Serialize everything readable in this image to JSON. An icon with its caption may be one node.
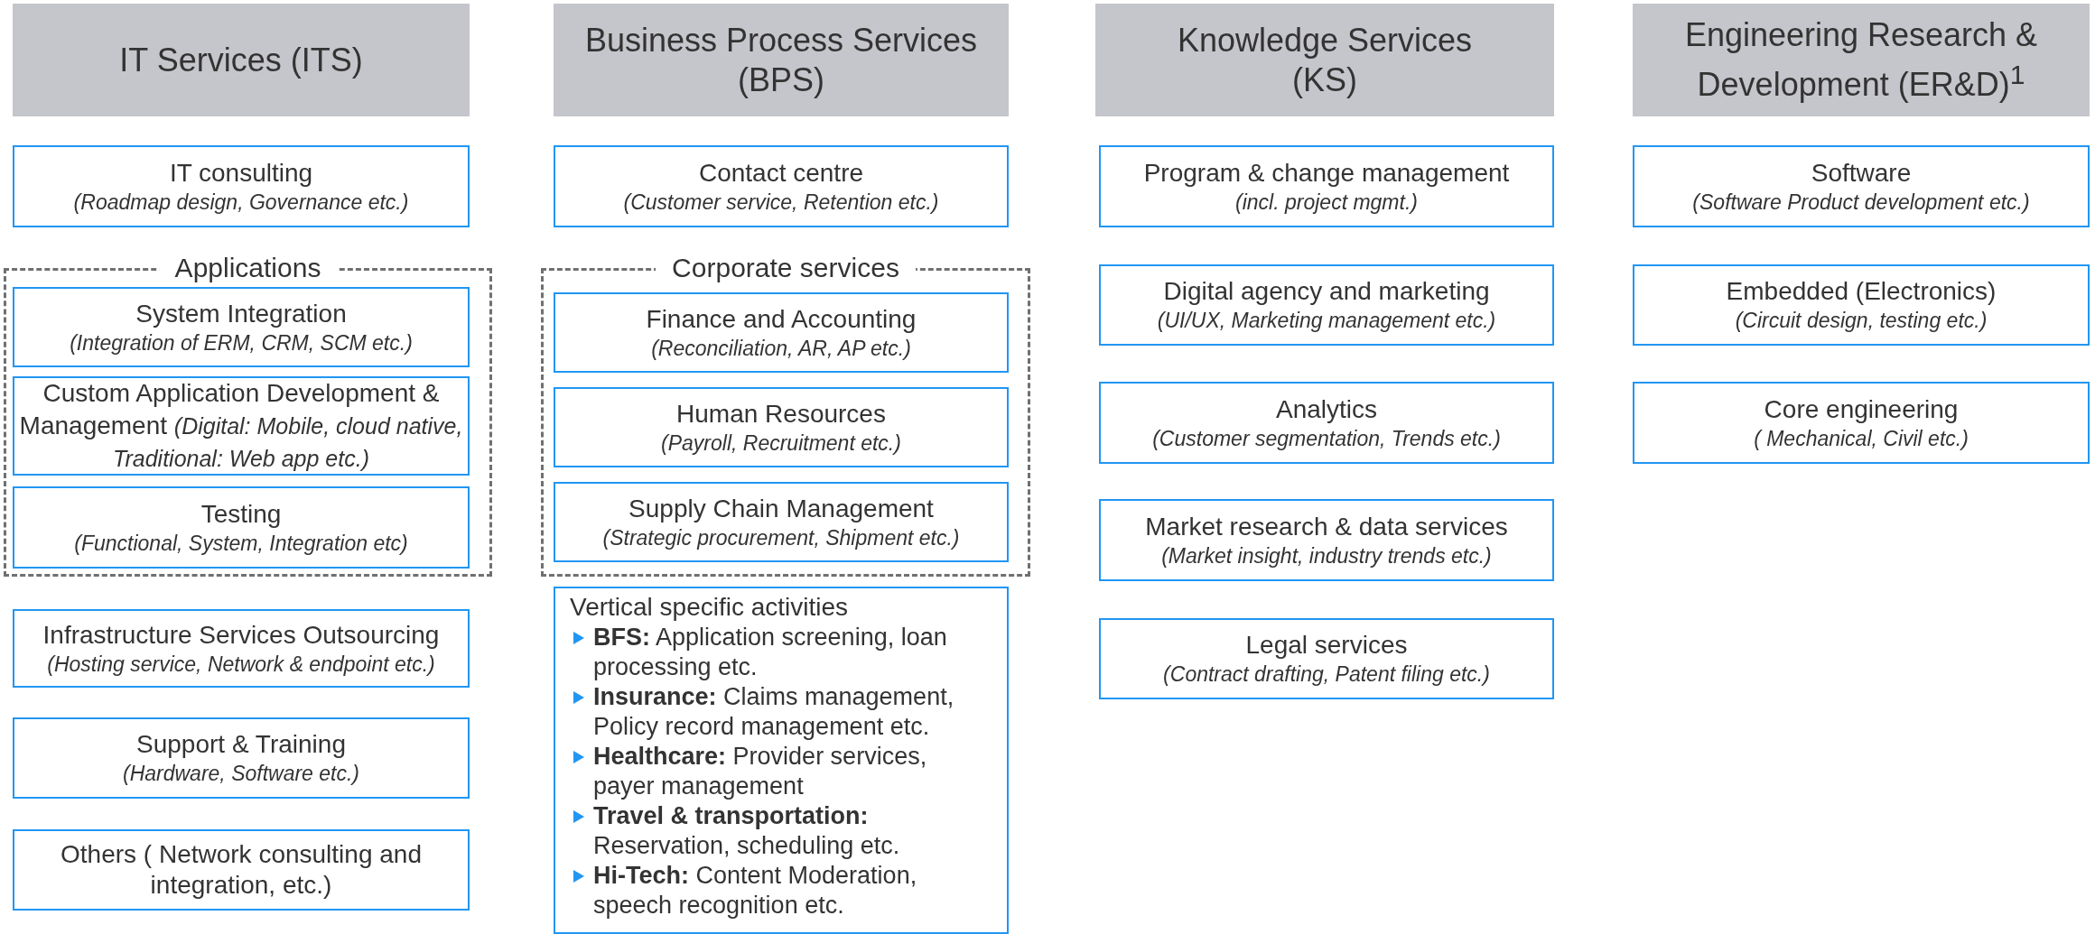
{
  "diagram": {
    "nodes": [
      {
        "text": [
          "IT Services (ITS)"
        ]
      },
      {
        "text": [
          "Business Process Services (BPS)"
        ]
      },
      {
        "text": [
          "Knowledge Services (KS)"
        ]
      },
      {
        "text": [
          "Engineering Research & Development (ER&D)$^{1}$"
        ]
      },
      {
        "text": [
          "IT consulting",
          "(Roadmap design, Governance etc.)"
        ]
      },
      {
        "text": [
          "Applications"
        ]
      },
      {
        "text": [
          "System Integration",
          "(Integration of ERM, CRM, SCM etc.)"
        ],
        "in": 5
      },
      {
        "text": [
          "Custom Application Development & Management",
          "(Digital: Mobile, cloud native, Traditional: Web app etc.)"
        ],
        "in": 5
      },
      {
        "text": [
          "Testing",
          "(Functional, System, Integration etc)"
        ],
        "in": 5
      },
      {
        "text": [
          "Infrastructure Services Outsourcing",
          "(Hosting service, Network & endpoint etc.)"
        ]
      },
      {
        "text": [
          "Support & Training",
          "(Hardware, Software etc.)"
        ]
      },
      {
        "text": [
          "Others ( Network consulting and integration, etc.)"
        ]
      },
      {
        "text": [
          "Contact centre",
          "(Customer service, Retention etc.)"
        ]
      },
      {
        "text": [
          "Corporate services"
        ]
      },
      {
        "text": [
          "Finance and Accounting",
          "(Reconciliation, AR, AP etc.)"
        ],
        "in": 13
      },
      {
        "text": [
          "Human Resources",
          "(Payroll, Recruitment etc.)"
        ],
        "in": 13
      },
      {
        "text": [
          "Supply Chain Management",
          "(Strategic procurement, Shipment etc.)"
        ],
        "in": 13
      },
      {
        "text": [
          "Vertical specific activities",
          "**BFS:** Application screening, loan processing etc.",
          "**Insurance:** Claims management, Policy record management etc.",
          "**Healthcare:** Provider services, payer management",
          "**Travel & transportation:** Reservation, scheduling etc.",
          "**Hi-Tech:** Content Moderation, speech recognition etc."
        ]
      },
      {
        "text": [
          "Program & change management",
          "(incl. project mgmt.)"
        ]
      },
      {
        "text": [
          "Digital agency and marketing",
          "(UI/UX, Marketing management etc.)"
        ]
      },
      {
        "text": [
          "Analytics",
          "(Customer segmentation, Trends etc.)"
        ]
      },
      {
        "text": [
          "Market research & data services",
          "(Market insight, industry trends etc.)"
        ]
      },
      {
        "text": [
          "Legal services",
          "(Contract drafting, Patent filing etc.)"
        ]
      },
      {
        "text": [
          "Software",
          "(Software Product development etc.)"
        ]
      },
      {
        "text": [
          "Embedded (Electronics)",
          "(Circuit design, testing etc.)"
        ]
      },
      {
        "text": [
          "Core engineering",
          "( Mechanical, Civil etc.)"
        ]
      }
    ]
  }
}
